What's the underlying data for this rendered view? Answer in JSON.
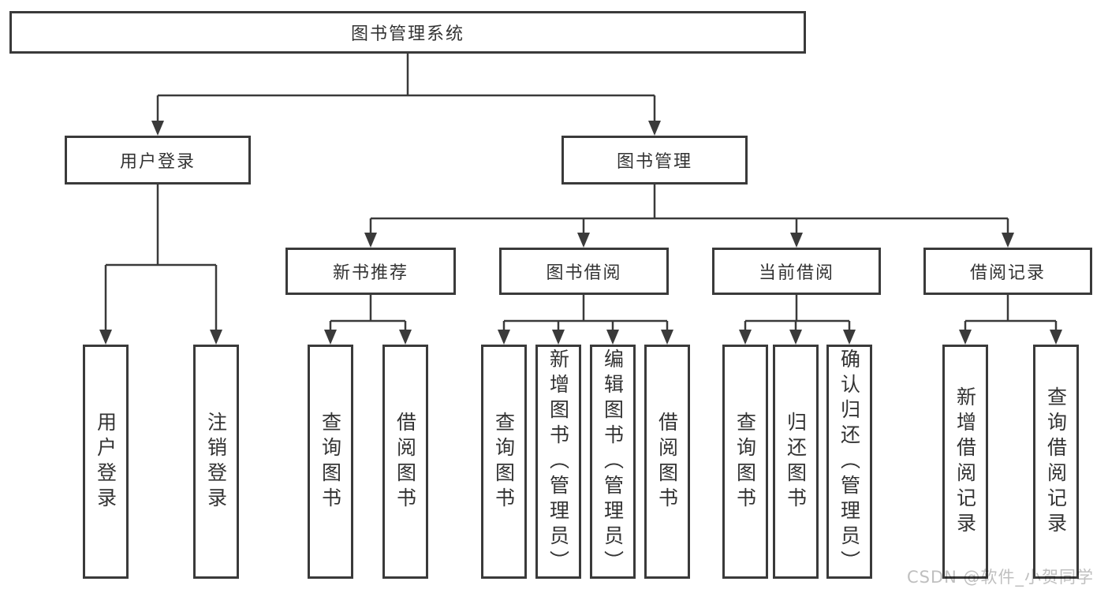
{
  "diagram_title": "图书管理系统",
  "tree": {
    "root": {
      "label": "图书管理系统"
    },
    "branches": [
      {
        "label": "用户登录",
        "children": [
          {
            "label": "用户登录"
          },
          {
            "label": "注销登录"
          }
        ]
      },
      {
        "label": "图书管理",
        "children": [
          {
            "label": "新书推荐",
            "children": [
              {
                "label": "查询图书"
              },
              {
                "label": "借阅图书"
              }
            ]
          },
          {
            "label": "图书借阅",
            "children": [
              {
                "label": "查询图书"
              },
              {
                "label": "新增图书（管理员）"
              },
              {
                "label": "编辑图书（管理员）"
              },
              {
                "label": "借阅图书"
              }
            ]
          },
          {
            "label": "当前借阅",
            "children": [
              {
                "label": "查询图书"
              },
              {
                "label": "归还图书"
              },
              {
                "label": "确认归还（管理员）"
              }
            ]
          },
          {
            "label": "借阅记录",
            "children": [
              {
                "label": "新增借阅记录"
              },
              {
                "label": "查询借阅记录"
              }
            ]
          }
        ]
      }
    ]
  },
  "watermark": "CSDN @软件_小贺同学",
  "colors": {
    "line": "#3a3a3a",
    "text": "#333333",
    "background": "#ffffff",
    "watermark": "#bfbfbf"
  }
}
